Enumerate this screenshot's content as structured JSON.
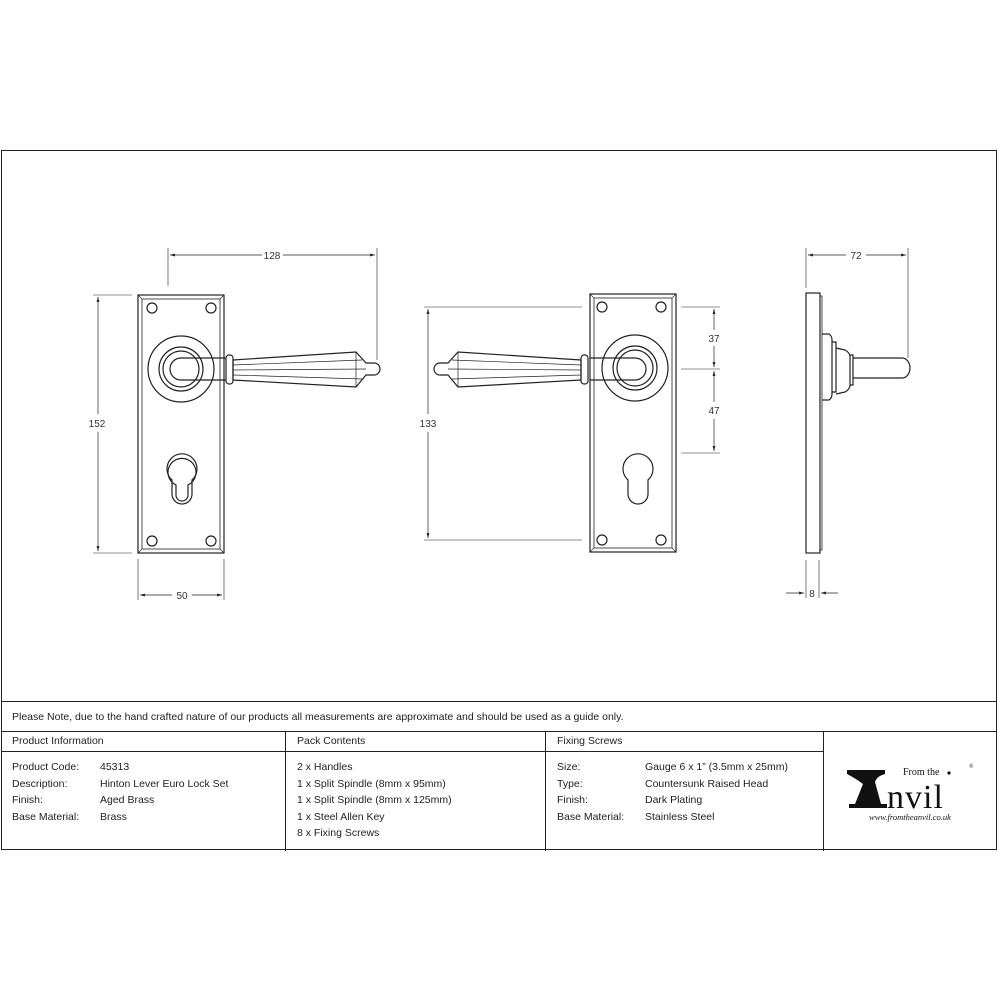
{
  "drawing": {
    "front_view": {
      "width_label": "128",
      "height_label": "152",
      "plate_width_label": "50"
    },
    "rear_view": {
      "height_label": "133",
      "upper_offset_label": "37",
      "lower_offset_label": "47"
    },
    "side_view": {
      "projection_label": "72",
      "thickness_label": "8"
    }
  },
  "note": "Please Note, due to the hand crafted nature of our products all measurements are approximate and should be used as a guide only.",
  "product_information": {
    "heading": "Product Information",
    "rows": [
      {
        "key": "Product Code:",
        "value": "45313"
      },
      {
        "key": "Description:",
        "value": "Hinton Lever Euro Lock Set"
      },
      {
        "key": "Finish:",
        "value": "Aged Brass"
      },
      {
        "key": "Base Material:",
        "value": "Brass"
      }
    ]
  },
  "pack_contents": {
    "heading": "Pack Contents",
    "items": [
      "2 x Handles",
      "1 x Split Spindle (8mm x 95mm)",
      "1 x Split Spindle (8mm x 125mm)",
      "1 x Steel Allen Key",
      "8 x Fixing Screws"
    ]
  },
  "fixing_screws": {
    "heading": "Fixing Screws",
    "rows": [
      {
        "key": "Size:",
        "value": "Gauge 6 x 1” (3.5mm x 25mm)"
      },
      {
        "key": "Type:",
        "value": "Countersunk Raised Head"
      },
      {
        "key": "Finish:",
        "value": "Dark Plating"
      },
      {
        "key": "Base Material:",
        "value": "Stainless Steel"
      }
    ]
  },
  "logo": {
    "from_the": "From the",
    "brand": "Anvil",
    "registered": "®",
    "url": "www.fromtheanvil.co.uk"
  }
}
